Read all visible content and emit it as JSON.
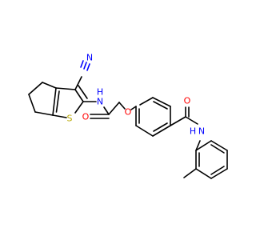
{
  "molecule": {
    "labels": {
      "cyano_C": "C",
      "cyano_N": "N",
      "thiophene_S": "S",
      "amide1_N": "N",
      "amide1_H": "H",
      "amide1_O": "O",
      "ether_O": "O",
      "amide2_O": "O",
      "amide2_N": "N",
      "amide2_H": "H"
    },
    "colors": {
      "carbon": "#000000",
      "nitrogen": "#0000ff",
      "oxygen": "#ff0000",
      "sulfur": "#b8a800"
    }
  }
}
